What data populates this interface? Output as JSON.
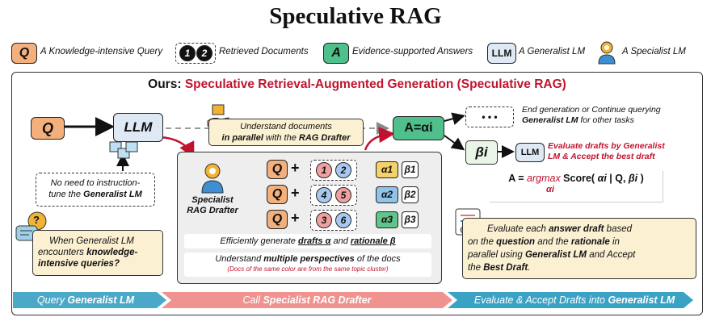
{
  "title": "Speculative RAG",
  "legend": {
    "query_symbol": "Q",
    "query_label": "A Knowledge-intensive Query",
    "doc_symbols": [
      "1",
      "2"
    ],
    "docs_label": "Retrieved Documents",
    "answer_symbol": "A",
    "answer_label": "Evidence-supported Answers",
    "llm_symbol": "LLM",
    "llm_label": "A Generalist LM",
    "specialist_label": "A Specialist LM"
  },
  "header": {
    "prefix": "Ours:",
    "name": "Speculative Retrieval-Augmented Generation (Speculative RAG)"
  },
  "left": {
    "query": "Q",
    "llm": "LLM",
    "no_instruction_line1": "No need to instruction-",
    "no_instruction_line2_a": "tune the ",
    "no_instruction_line2_b": "Generalist LM",
    "question_mark": "?",
    "generalist_line1": "When Generalist LM",
    "generalist_line2_a": "encounters ",
    "generalist_line2_b": "knowledge-",
    "generalist_line3": "intensive queries?"
  },
  "middle": {
    "understand_line1": "Understand documents",
    "understand_line2_a": "in parallel",
    "understand_line2_b": " with the ",
    "understand_line2_c": "RAG Drafter",
    "drafter_line1": "Specialist",
    "drafter_line2": "RAG Drafter",
    "rows": [
      {
        "q": "Q",
        "plus": "+",
        "docs": [
          "1",
          "2"
        ],
        "doc_colors": [
          "red",
          "blue"
        ],
        "alpha": "α1",
        "beta": "β1",
        "alpha_color": "#f4d26a"
      },
      {
        "q": "Q",
        "plus": "+",
        "docs": [
          "4",
          "5"
        ],
        "doc_colors": [
          "blue",
          "red"
        ],
        "alpha": "α2",
        "beta": "β2",
        "alpha_color": "#8fc3ea"
      },
      {
        "q": "Q",
        "plus": "+",
        "docs": [
          "3",
          "6"
        ],
        "doc_colors": [
          "red",
          "blue"
        ],
        "alpha": "α3",
        "beta": "β3",
        "alpha_color": "#5fc58b"
      }
    ],
    "efficient_a": "Efficiently generate ",
    "efficient_b": "drafts α",
    "efficient_c": " and ",
    "efficient_d": "rationale β",
    "perspectives_a": "Understand ",
    "perspectives_b": "multiple perspectives",
    "perspectives_c": " of the docs",
    "color_note": "(Docs of the same color are from the same topic cluster)"
  },
  "right": {
    "answer": "A=αi",
    "dots": "• • •",
    "end_line1": "End generation or Continue querying",
    "end_line2_a": "Generalist LM",
    "end_line2_b": " for other tasks",
    "beta": "βi",
    "llm": "LLM",
    "evaluate_line1": "Evaluate drafts by Generalist",
    "evaluate_line2": "LM & Accept the best draft",
    "formula_a": "A = ",
    "formula_argmax": "argmax",
    "formula_sub": "αi",
    "formula_b": " Score( ",
    "formula_c": "αi",
    "formula_d": " | Q, ",
    "formula_e": "βi",
    "formula_f": " )",
    "eval_line1_a": "Evaluate each ",
    "eval_line1_b": "answer draft",
    "eval_line1_c": " based",
    "eval_line2_a": "on the ",
    "eval_line2_b": "question",
    "eval_line2_c": " and the ",
    "eval_line2_d": "rationale",
    "eval_line2_e": " in",
    "eval_line3_a": "parallel using ",
    "eval_line3_b": "Generalist LM",
    "eval_line3_c": " and Accept",
    "eval_line4_a": "the ",
    "eval_line4_b": "Best Draft",
    "eval_line4_c": "."
  },
  "bands": {
    "query_a": "Query ",
    "query_b": "Generalist LM",
    "call_a": "Call ",
    "call_b": "Specialist RAG Drafter",
    "evaluate_a": "Evaluate & Accept Drafts into ",
    "evaluate_b": "Generalist LM"
  },
  "colors": {
    "accent_red": "#c0142e",
    "query_orange": "#f3b07c",
    "answer_green": "#4fc08b",
    "band_blue": "#4aa9c9",
    "band_pink": "#f0928f",
    "band_teal": "#3aa2c5"
  }
}
